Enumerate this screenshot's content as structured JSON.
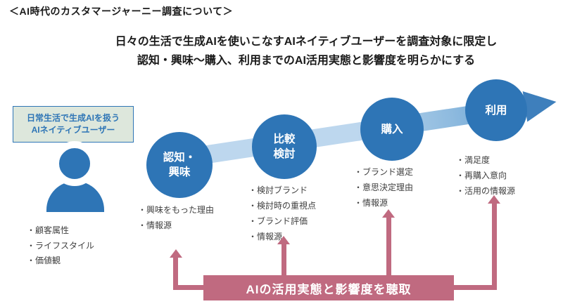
{
  "title": "＜AI時代のカスタマージャーニー調査について＞",
  "subtitle": {
    "line1": "日々の生活で生成AIを使いこなすAIネイティブユーザーを調査対象に限定し",
    "line2": "認知・興味〜購入、利用までのAI活用実態と影響度を明らかにする"
  },
  "persona": {
    "label_line1": "日常生活で生成AIを扱う",
    "label_line2": "AIネイティブユーザー",
    "attributes": [
      "顧客属性",
      "ライフスタイル",
      "価値観"
    ]
  },
  "stages": [
    {
      "label_lines": [
        "認知・",
        "興味"
      ],
      "items": [
        "興味をもった理由",
        "情報源"
      ]
    },
    {
      "label_lines": [
        "比較",
        "検討"
      ],
      "items": [
        "検討ブランド",
        "検討時の重視点",
        "ブランド評価",
        "情報源"
      ]
    },
    {
      "label_lines": [
        "購入"
      ],
      "items": [
        "ブランド選定",
        "意思決定理由",
        "情報源"
      ]
    },
    {
      "label_lines": [
        "利用"
      ],
      "items": [
        "満足度",
        "再購入意向",
        "活用の情報源"
      ]
    }
  ],
  "banner": {
    "label": "AIの活用実態と影響度を聴取"
  },
  "colors": {
    "stage_circle": "#2e75b6",
    "journey_band_light": "#bdd7ee",
    "journey_band_dark": "#5e9bd1",
    "journey_arrowhead": "#3e7fbc",
    "persona_box_border": "#2e75b6",
    "persona_box_bg": "#dde7dc",
    "persona_icon": "#2e75b6",
    "banner_bg": "#c06a80",
    "banner_arrow": "#c06a80",
    "bullet_text": "#404040",
    "heading_text": "#1a1a1a"
  }
}
